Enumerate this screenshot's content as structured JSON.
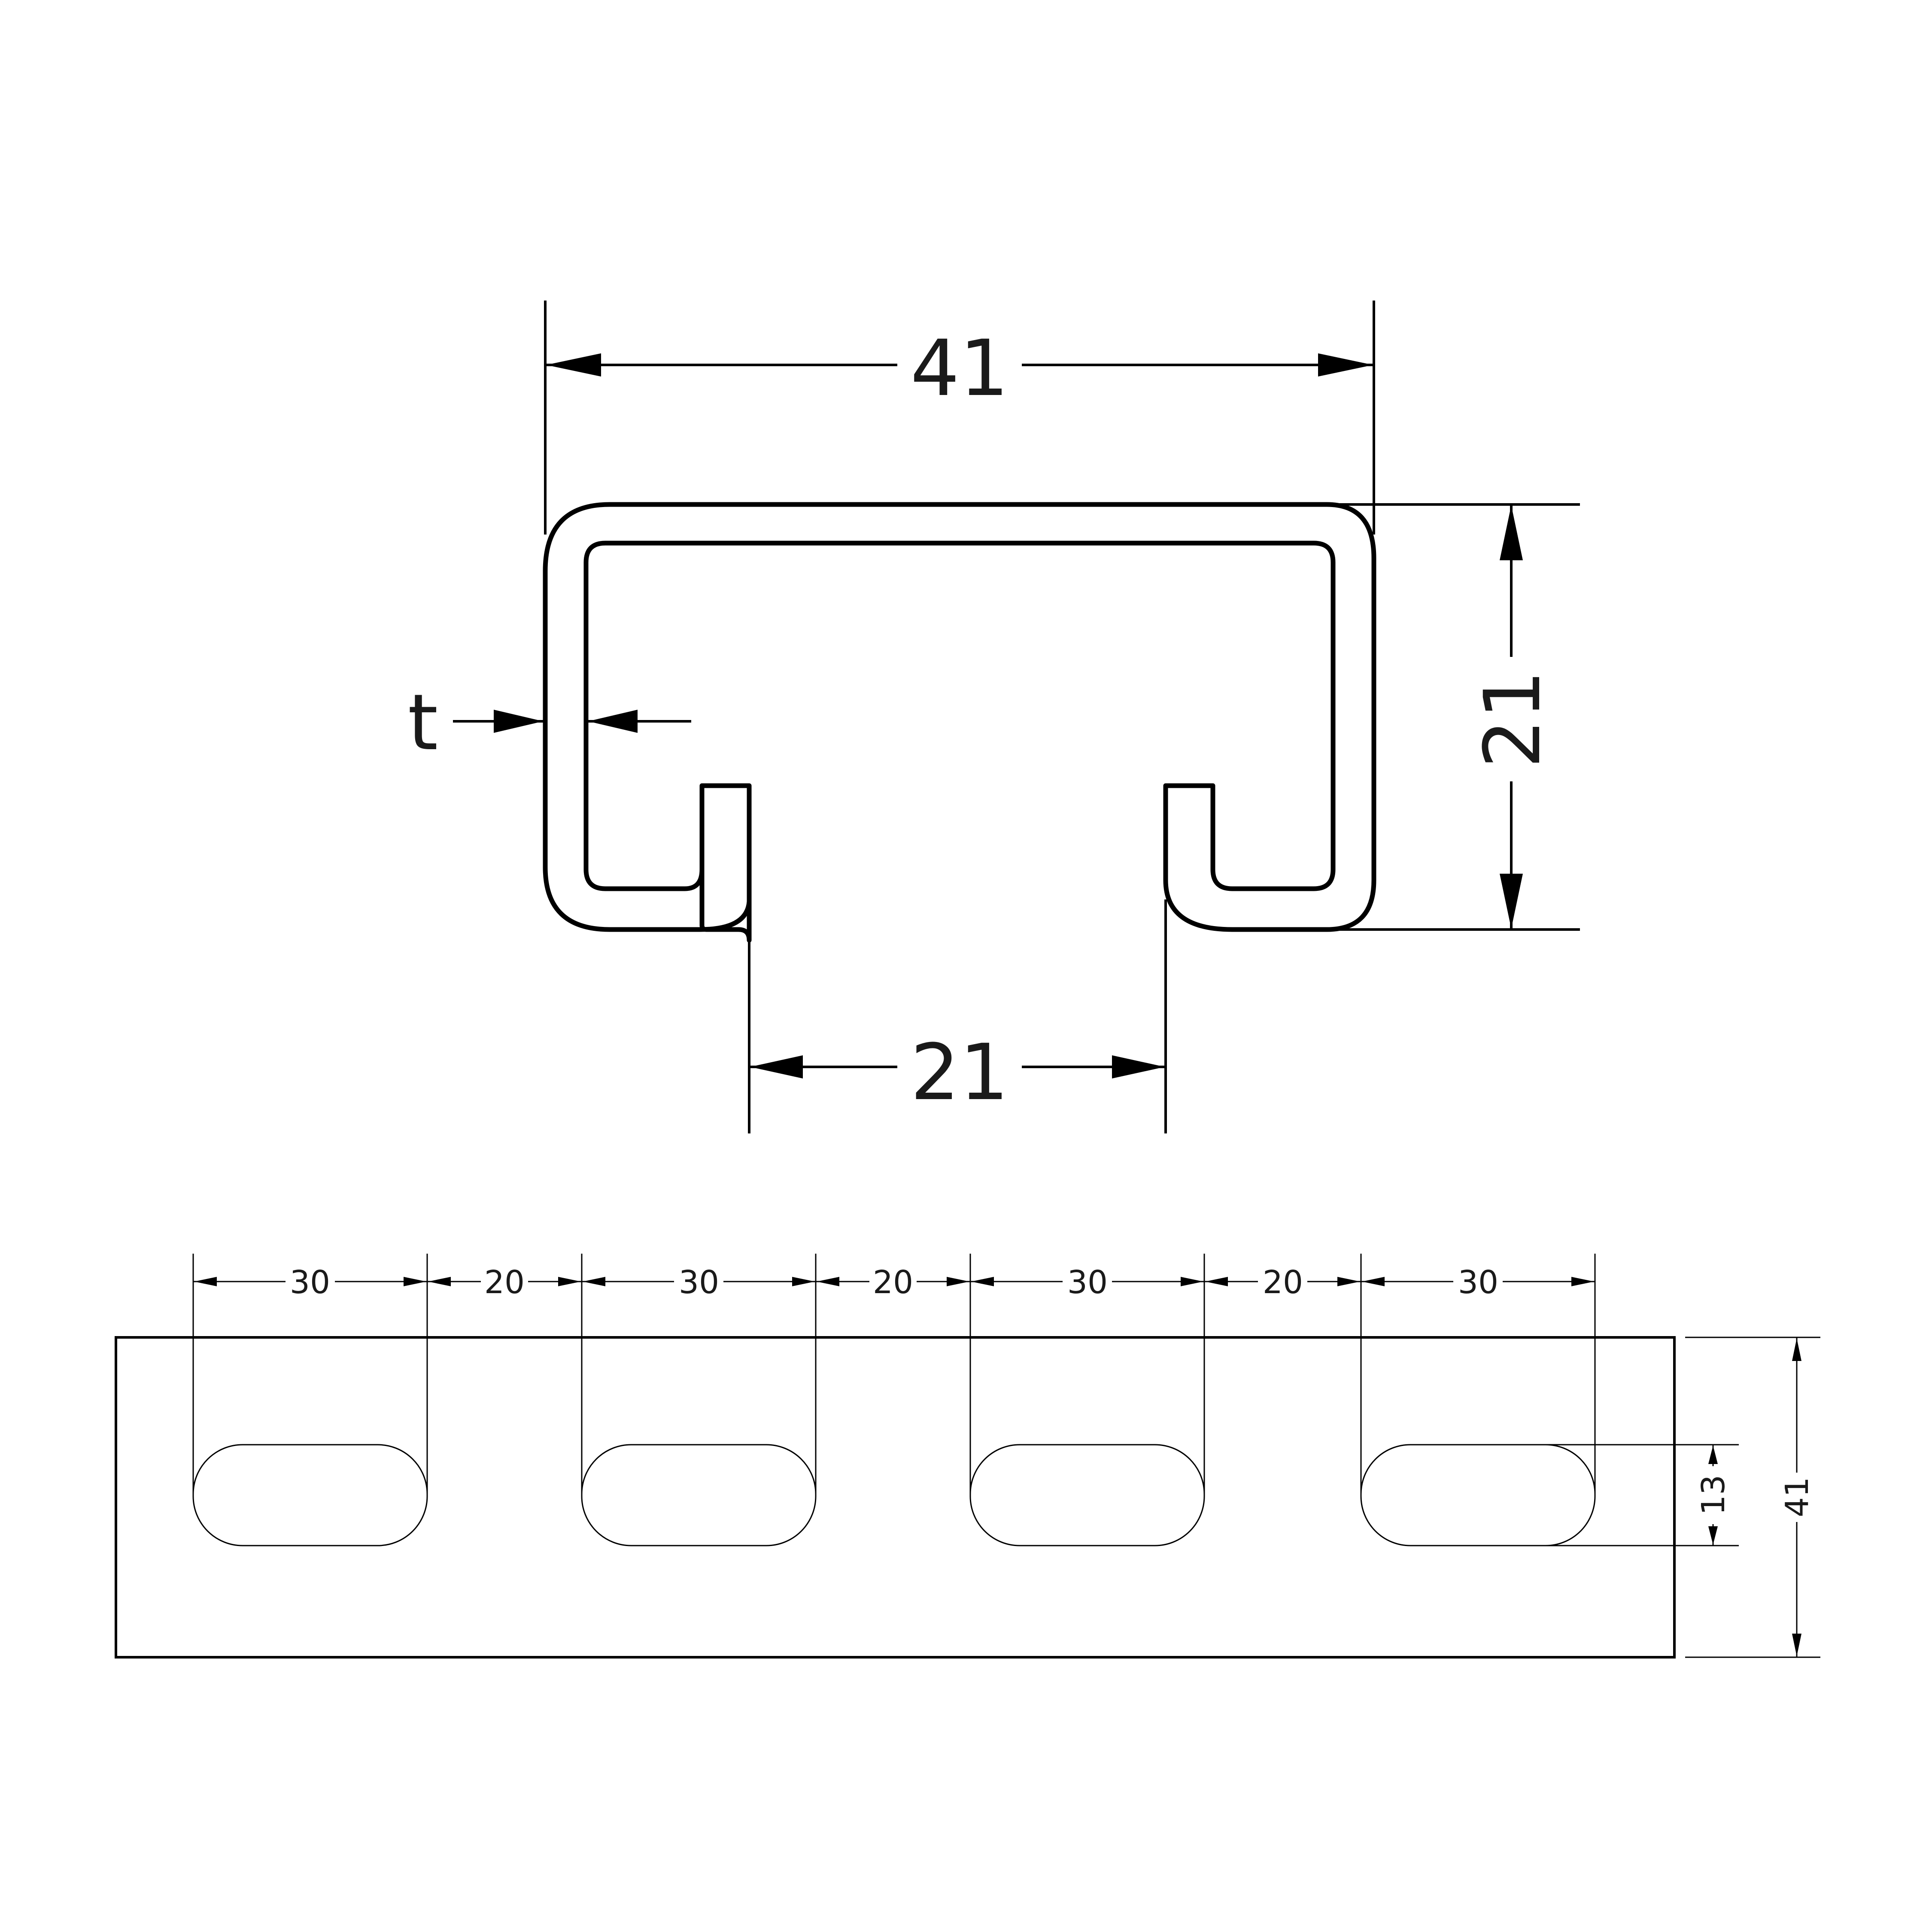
{
  "section": {
    "width_dim": "41",
    "height_dim": "21",
    "opening_dim": "21",
    "thickness_label": "t"
  },
  "plate": {
    "slot_lengths": [
      "30",
      "30",
      "30",
      "30"
    ],
    "gaps": [
      "20",
      "20",
      "20"
    ],
    "slot_height": "13",
    "plate_height": "41"
  }
}
